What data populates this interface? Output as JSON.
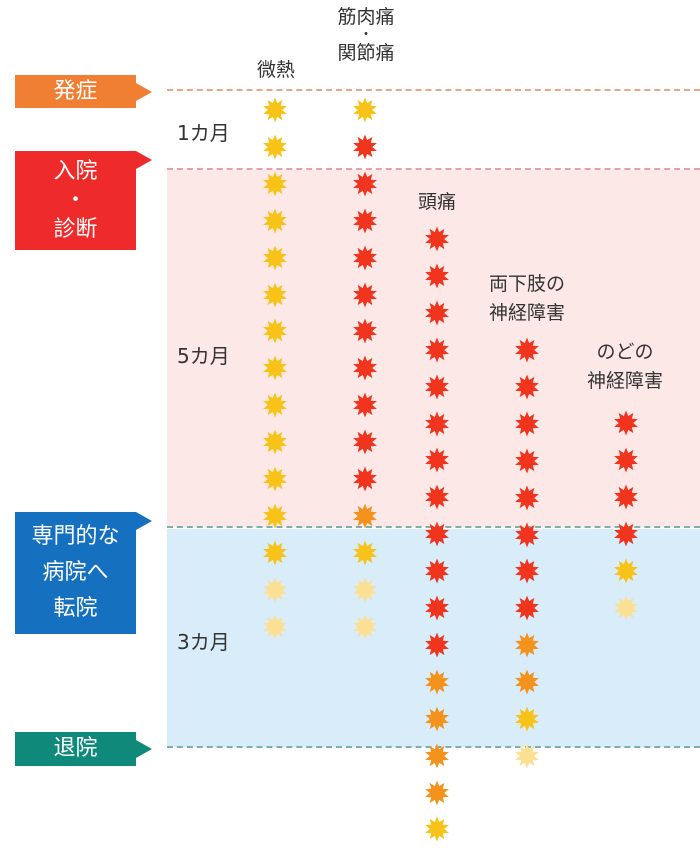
{
  "stages": [
    {
      "id": "onset",
      "label": "発症",
      "color": "#f07f33"
    },
    {
      "id": "admission",
      "label": "入院\n・\n診断",
      "color": "#ef2a2a"
    },
    {
      "id": "transfer",
      "label": "専門的な\n病院へ\n転院",
      "color": "#1670c0"
    },
    {
      "id": "discharge",
      "label": "退院",
      "color": "#0f8a7a"
    }
  ],
  "line_colors": {
    "onset": "#e8a588",
    "admission": "#e8a0a8",
    "transfer": "#7fb0a8",
    "discharge": "#7fb0a8"
  },
  "band_colors": {
    "hospital": "#fde8e8",
    "specialist": "#d9ecfa"
  },
  "durations": [
    "1カ月",
    "5カ月",
    "3カ月"
  ],
  "symptoms": [
    {
      "id": "fever",
      "label": "微熱"
    },
    {
      "id": "muscle",
      "label": "筋肉痛\n・\n関節痛"
    },
    {
      "id": "headache",
      "label": "頭痛"
    },
    {
      "id": "legs",
      "label": "両下肢の\n神経障害"
    },
    {
      "id": "throat",
      "label": "のどの\n神経障害"
    }
  ],
  "severity_colors": {
    "red": "#f0341e",
    "orange": "#f3931e",
    "yellow": "#f8c318",
    "pale": "#fbdf92"
  },
  "timeline": {
    "fever": [
      "yellow",
      "yellow",
      "yellow",
      "yellow",
      "yellow",
      "yellow",
      "yellow",
      "yellow",
      "yellow",
      "yellow",
      "yellow",
      "yellow",
      "yellow",
      "pale",
      "pale"
    ],
    "muscle": [
      "yellow",
      "red",
      "red",
      "red",
      "red",
      "red",
      "red",
      "red",
      "red",
      "red",
      "red",
      "orange",
      "yellow",
      "pale",
      "pale"
    ],
    "headache": [
      "red",
      "red",
      "red",
      "red",
      "red",
      "red",
      "red",
      "red",
      "red",
      "red",
      "red",
      "red",
      "orange",
      "orange",
      "orange",
      "orange",
      "yellow"
    ],
    "legs": [
      "red",
      "red",
      "red",
      "red",
      "red",
      "red",
      "red",
      "red",
      "orange",
      "orange",
      "yellow",
      "pale"
    ],
    "throat": [
      "red",
      "red",
      "red",
      "red",
      "yellow",
      "pale"
    ]
  }
}
